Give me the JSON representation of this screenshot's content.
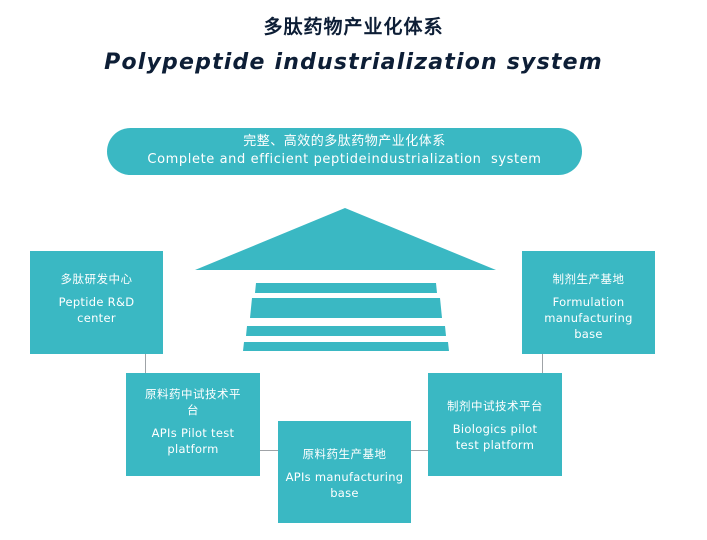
{
  "title": {
    "cn": "多肽药物产业化体系",
    "en": "Polypeptide industrialization system"
  },
  "banner": {
    "cn": "完整、高效的多肽药物产业化体系",
    "en": "Complete and efficient peptideindustrialization  system"
  },
  "nodes": {
    "rd_center": {
      "cn": "多肽研发中心",
      "en": "Peptide R&D center"
    },
    "formulation_base": {
      "cn": "制剂生产基地",
      "en": "Formulation manufacturing base"
    },
    "api_pilot": {
      "cn": "原料药中试技术平台",
      "en": "APIs Pilot test platform"
    },
    "biologics_pilot": {
      "cn": "制剂中试技术平台",
      "en": "Biologics pilot test platform"
    },
    "api_base": {
      "cn": "原料药生产基地",
      "en": "APIs manufacturing base"
    }
  },
  "colors": {
    "teal": "#3ab8c3",
    "title_navy": "#0d1e36",
    "connector": "#9fa3a7"
  },
  "icons": [
    "up-arrow"
  ]
}
